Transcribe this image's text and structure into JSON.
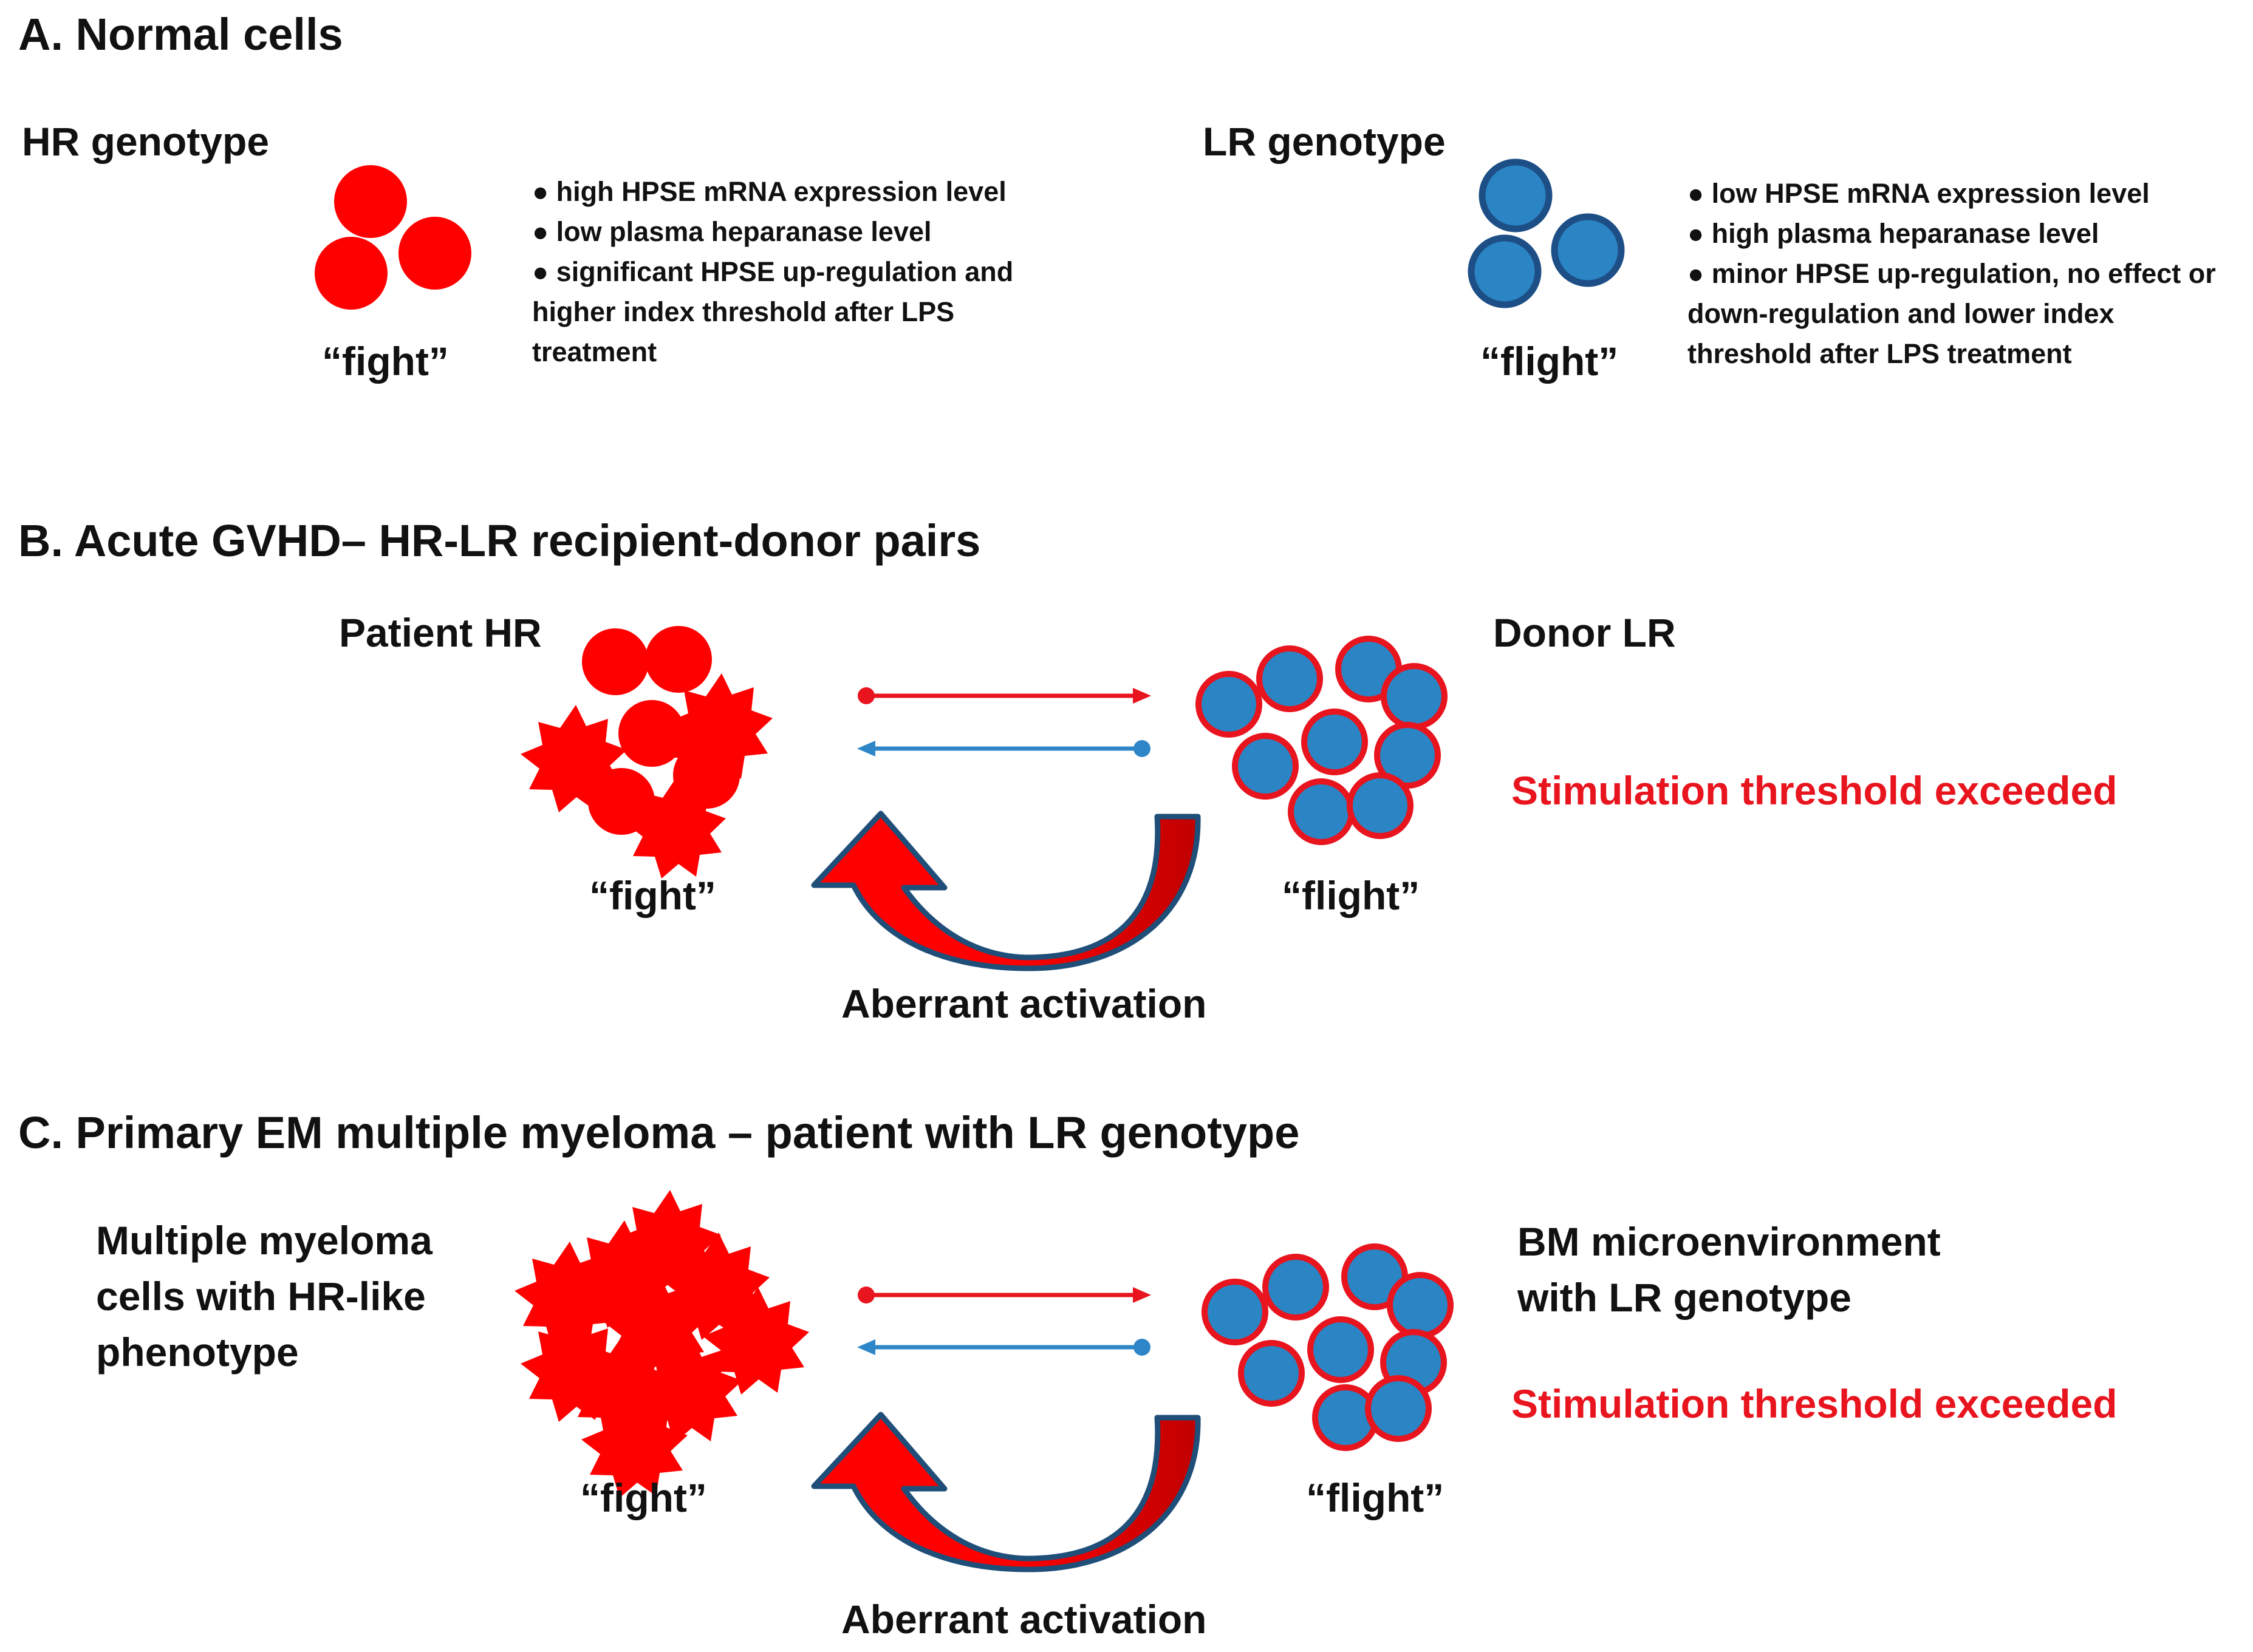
{
  "colors": {
    "hr_red": "#ff0000",
    "lr_blue": "#2b84c3",
    "cell_outline_blue": "#1d4f86",
    "alert_red": "#e8141e",
    "arrow_blue": "#2e86c8"
  },
  "section_a": {
    "title": "A. Normal cells",
    "hr": {
      "label": "HR genotype",
      "caption": "“fight”",
      "bullets": [
        "● high HPSE mRNA expression  level",
        "● low plasma heparanase level",
        "● significant HPSE up-regulation  and",
        "higher  index threshold after LPS",
        "treatment"
      ]
    },
    "lr": {
      "label": "LR genotype",
      "caption": "“flight”",
      "bullets": [
        "● low HPSE mRNA expression  level",
        "● high plasma heparanase level",
        "● minor HPSE up-regulation, no effect or",
        "down-regulation and lower index",
        "threshold after LPS treatment"
      ]
    }
  },
  "section_b": {
    "title": "B. Acute GVHD– HR-LR recipient-donor pairs",
    "left_label": "Patient HR",
    "right_label": "Donor LR",
    "left_caption": "“fight”",
    "right_caption": "“flight”",
    "alert": "Stimulation threshold exceeded",
    "activation": "Aberrant activation"
  },
  "section_c": {
    "title": "C. Primary EM multiple myeloma – patient with LR genotype",
    "left_label_lines": [
      "Multiple myeloma",
      "cells with HR-like",
      "phenotype"
    ],
    "right_label_lines": [
      "BM microenvironment",
      "with LR genotype"
    ],
    "left_caption": "“fight”",
    "right_caption": "“flight”",
    "alert": "Stimulation threshold exceeded",
    "activation": "Aberrant activation"
  }
}
